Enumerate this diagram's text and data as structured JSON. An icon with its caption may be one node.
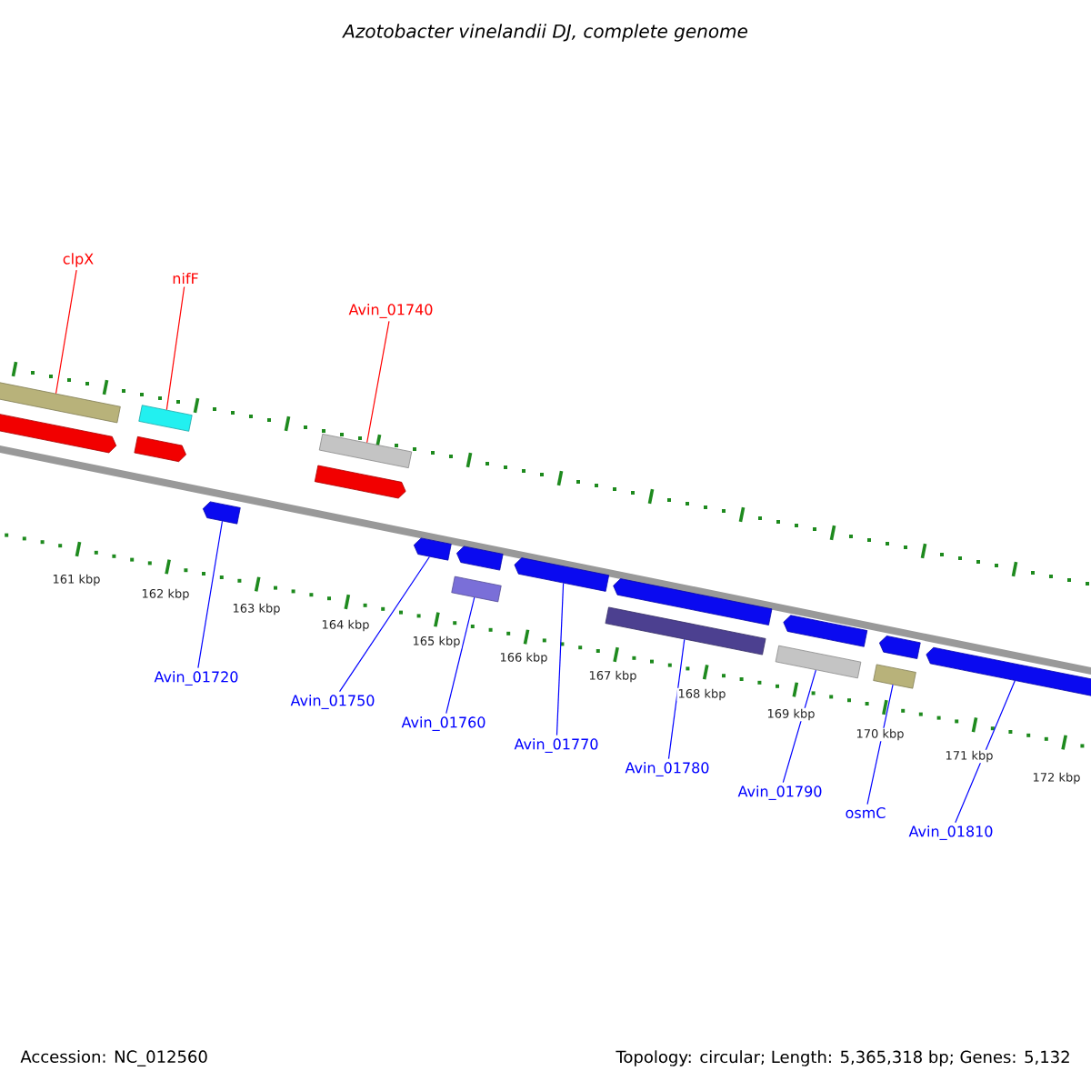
{
  "diagram": {
    "title": "Azotobacter vinelandii DJ, complete genome",
    "nodes": [
      {
        "text": [
          "clpX"
        ]
      },
      {
        "text": [
          "nifF"
        ]
      },
      {
        "text": [
          "Avin_01740"
        ]
      },
      {
        "text": [],
        "shape": "bar"
      },
      {
        "text": [],
        "shape": "bar"
      },
      {
        "text": [],
        "shape": "bar"
      },
      {
        "text": [],
        "shape": "pentagon"
      },
      {
        "text": [],
        "shape": "pentagon"
      },
      {
        "text": [],
        "shape": "pentagon"
      },
      {
        "text": [],
        "shape": "pentagon"
      },
      {
        "text": [],
        "shape": "pentagon"
      },
      {
        "text": [],
        "shape": "pentagon"
      },
      {
        "text": [],
        "shape": "pentagon"
      },
      {
        "text": [],
        "shape": "pentagon"
      },
      {
        "text": [],
        "shape": "pentagon"
      },
      {
        "text": [],
        "shape": "pentagon"
      },
      {
        "text": [],
        "shape": "pentagon"
      },
      {
        "text": [],
        "shape": "bar"
      },
      {
        "text": [],
        "shape": "bar"
      },
      {
        "text": [],
        "shape": "bar"
      },
      {
        "text": [],
        "shape": "bar"
      },
      {
        "text": [
          "Avin_01720"
        ]
      },
      {
        "text": [
          "Avin_01750"
        ]
      },
      {
        "text": [
          "Avin_01760"
        ]
      },
      {
        "text": [
          "Avin_01770"
        ]
      },
      {
        "text": [
          "Avin_01780"
        ]
      },
      {
        "text": [
          "Avin_01790"
        ]
      },
      {
        "text": [
          "osmC"
        ]
      },
      {
        "text": [
          "Avin_01810"
        ]
      }
    ],
    "edges": [
      {
        "from": 0,
        "to": 3,
        "arrow": "none",
        "color": "#ff0000"
      },
      {
        "from": 1,
        "to": 4,
        "arrow": "none",
        "color": "#ff0000"
      },
      {
        "from": 2,
        "to": 5,
        "arrow": "none",
        "color": "#ff0000"
      },
      {
        "from": 21,
        "to": 9,
        "arrow": "none"
      },
      {
        "from": 22,
        "to": 10,
        "arrow": "none"
      },
      {
        "from": 23,
        "to": 17,
        "arrow": "none"
      },
      {
        "from": 24,
        "to": 12,
        "arrow": "none"
      },
      {
        "from": 25,
        "to": 18,
        "arrow": "none"
      },
      {
        "from": 26,
        "to": 19,
        "arrow": "none"
      },
      {
        "from": 27,
        "to": 20,
        "arrow": "none"
      },
      {
        "from": 28,
        "to": 16,
        "arrow": "none"
      }
    ],
    "labels": [
      "161 kbp",
      "162 kbp",
      "163 kbp",
      "164 kbp",
      "165 kbp",
      "166 kbp",
      "167 kbp",
      "168 kbp",
      "169 kbp",
      "170 kbp",
      "171 kbp",
      "172 kbp",
      "Accession: NC_012560",
      "Topology: circular; Length: 5,365,318 bp; Genes: 5,132"
    ]
  }
}
